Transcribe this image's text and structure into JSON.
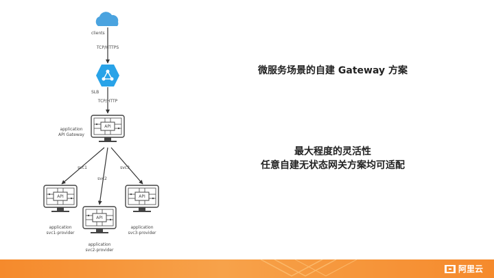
{
  "diagram": {
    "clients_label": "clients",
    "edge_clients_slb": "TCP/HTTPS",
    "slb_label": "SLB",
    "edge_slb_gateway": "TCP/HTTP",
    "gateway_label_line1": "application",
    "gateway_label_line2": "API Gateway",
    "chip_text": "API",
    "edge_svc1": "svc1",
    "edge_svc2": "svc2",
    "edge_svc3": "svc3",
    "svc1_line1": "application",
    "svc1_line2": "svc1-provider",
    "svc2_line1": "application",
    "svc2_line2": "svc2-provider",
    "svc3_line1": "application",
    "svc3_line2": "svc3-provider"
  },
  "text": {
    "title": "微服务场景的自建 Gateway 方案",
    "point1": "最大程度的灵活性",
    "point2": "任意自建无状态网关方案均可适配"
  },
  "footer": {
    "brand_name": "阿里云"
  },
  "colors": {
    "cloud": "#4aa3df",
    "slb": "#29a3e8",
    "footer": "#f5922f"
  }
}
